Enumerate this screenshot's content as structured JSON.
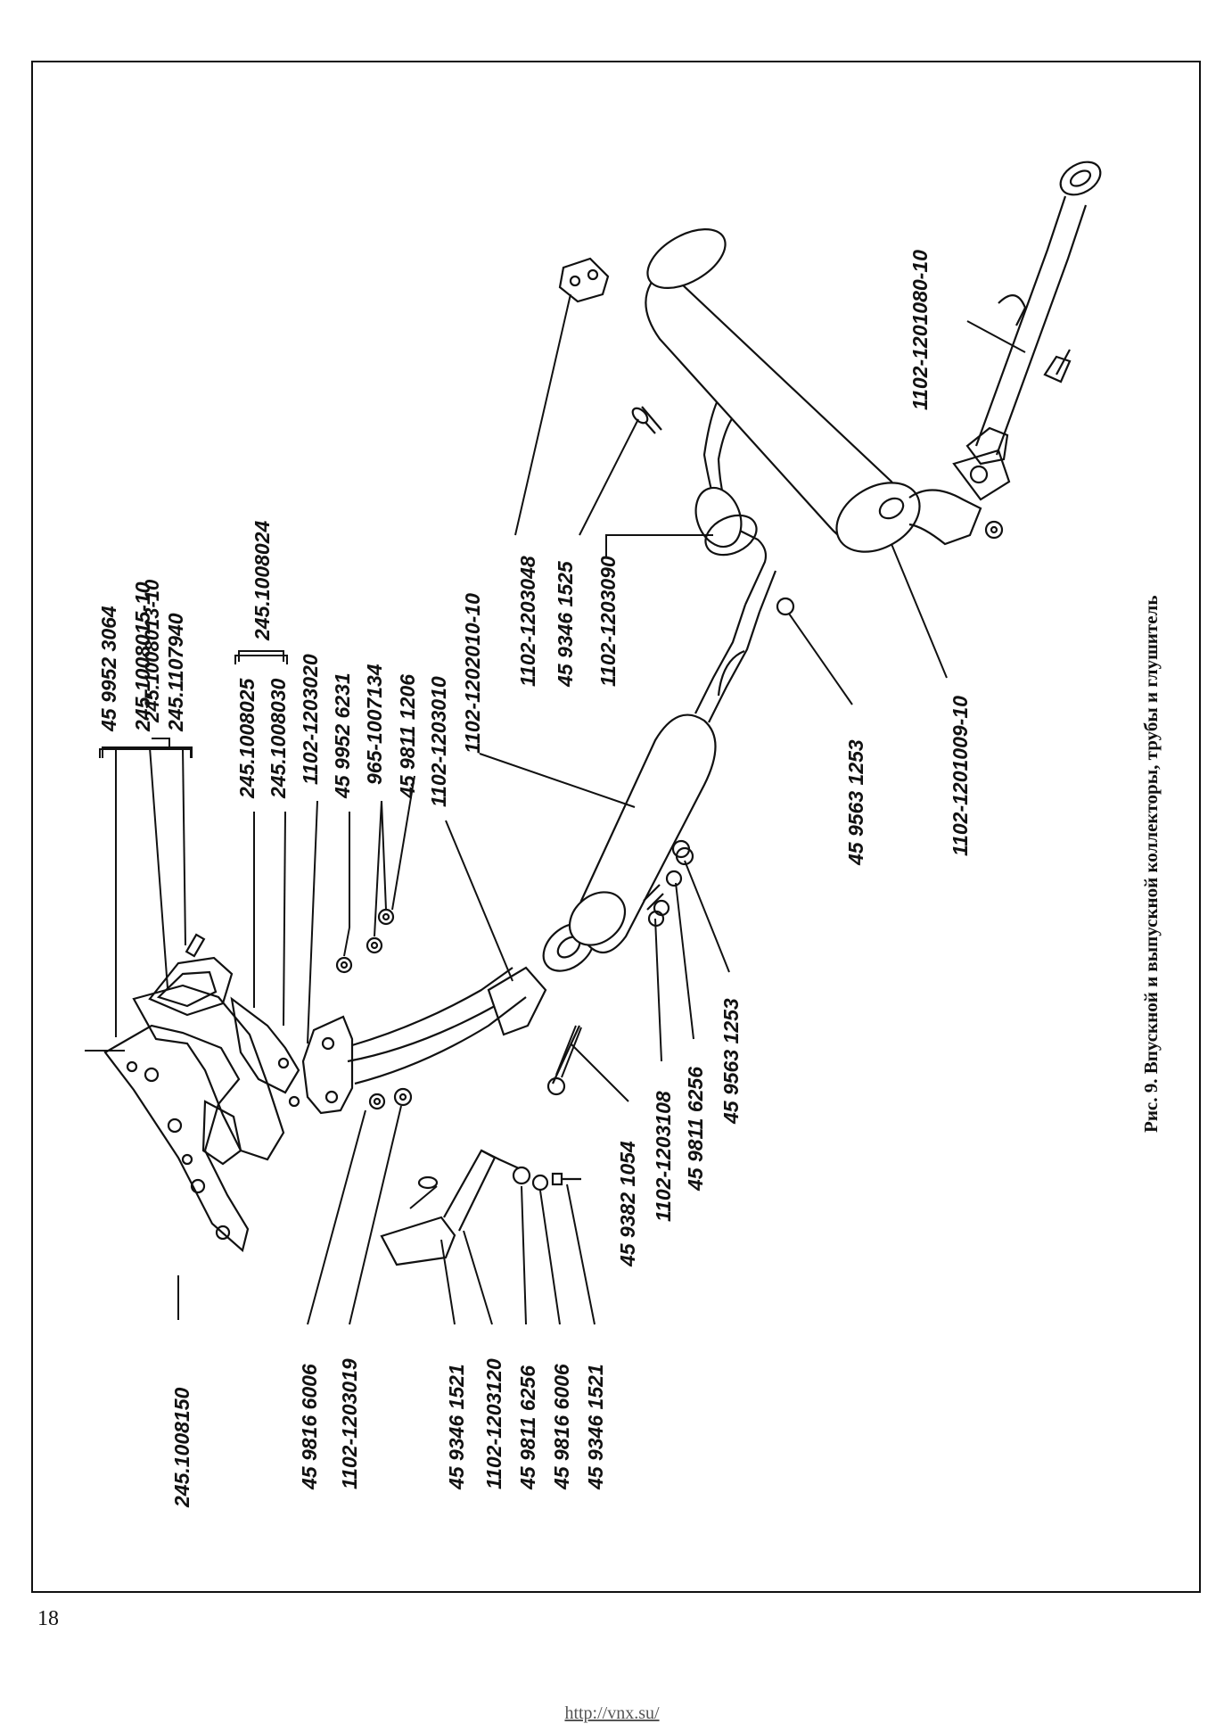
{
  "page_number": "18",
  "footer_url": "http://vnx.su/",
  "caption": "Рис. 9. Впускной и выпускной коллекторы, трубы и глушитель",
  "labels": {
    "l01": "45 9952 3064",
    "l02": "245.1008015-10",
    "l03": "245.1107940",
    "l04": "245.1008013-10",
    "l05": "245.1008025",
    "l06": "245.1008030",
    "l07": "245.1008024",
    "l08": "1102-1203020",
    "l09": "45 9952 6231",
    "l10": "965-1007134",
    "l11": "45 9811 1206",
    "l12": "1102-1203010",
    "l13": "1102-1202010-10",
    "l14": "1102-1203048",
    "l15": "45 9346 1525",
    "l16": "1102-1203090",
    "l17": "45 9563 1253",
    "l18": "1102-1201009-10",
    "l19": "1102-1201080-10",
    "l20": "245.1008150",
    "l21": "45 9816 6006",
    "l22": "1102-1203019",
    "l23": "45 9346 1521",
    "l24": "1102-1203120",
    "l25": "45 9811 6256",
    "l26": "45 9816 6006",
    "l27": "45 9346 1521",
    "l28": "45 9382 1054",
    "l29": "1102-1203108",
    "l30": "45 9811 6256",
    "l31": "45 9563 1253"
  }
}
